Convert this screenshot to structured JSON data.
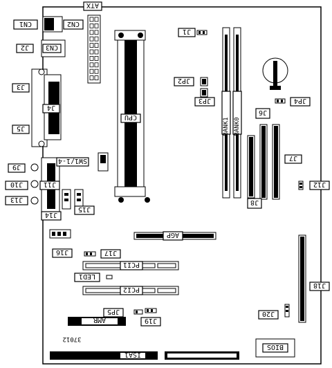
{
  "labels": {
    "atx": "ATX",
    "cn1": "CN1",
    "cn2": "CN2",
    "cn3": "CN3",
    "j1": "J1",
    "j2": "J2",
    "j3": "J3",
    "j4_left": "J4",
    "j4_right": "JP4",
    "j5": "J5",
    "j6": "J6",
    "j7": "J7",
    "j8": "J8",
    "j9": "J9",
    "j10": "J10",
    "j11": "J11",
    "j12": "J12",
    "j13": "J13",
    "j14": "J14",
    "j15": "J15",
    "j16": "J16",
    "j17": "J17",
    "j18": "J18",
    "j19": "J19",
    "j20": "J20",
    "jp2": "JP2",
    "jp3": "JP3",
    "jp5": "JP5",
    "sw1": "SW1/1-4",
    "cpu": "CPU",
    "bank0": "BANK0",
    "bank1": "BANK1",
    "agp": "AGP",
    "pci1": "PCI1",
    "pci2": "PCI2",
    "led1": "LED1",
    "amr": "AMR",
    "isa1": "ISA1",
    "bios": "BIOS",
    "part_number": "37012"
  }
}
